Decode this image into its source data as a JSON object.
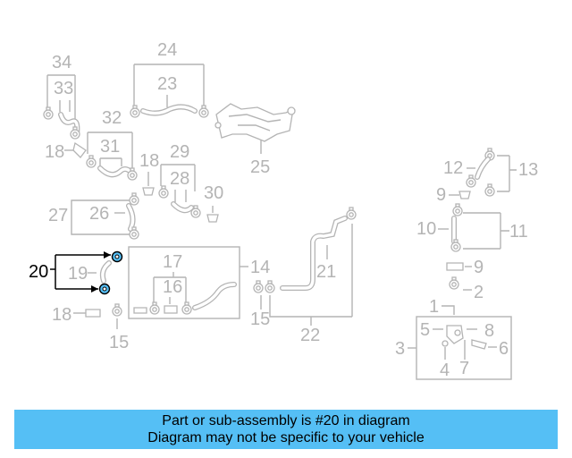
{
  "diagram": {
    "highlight_color": "#55bff5",
    "highlighted_part": "20",
    "callouts": {
      "c1": "1",
      "c2": "2",
      "c3": "3",
      "c4": "4",
      "c5": "5",
      "c6": "6",
      "c7": "7",
      "c8": "8",
      "c9a": "9",
      "c9b": "9",
      "c10": "10",
      "c11": "11",
      "c12": "12",
      "c13": "13",
      "c14": "14",
      "c15a": "15",
      "c15b": "15",
      "c16": "16",
      "c17": "17",
      "c18a": "18",
      "c18b": "18",
      "c18c": "18",
      "c19": "19",
      "c20": "20",
      "c21": "21",
      "c22": "22",
      "c23": "23",
      "c24": "24",
      "c25": "25",
      "c26": "26",
      "c27": "27",
      "c28": "28",
      "c29": "29",
      "c30": "30",
      "c31": "31",
      "c32": "32",
      "c33": "33",
      "c34": "34"
    }
  },
  "banner": {
    "line1": "Part or sub-assembly is #20 in diagram",
    "line2": "Diagram may not be specific to your vehicle",
    "background": "#55bff5"
  }
}
